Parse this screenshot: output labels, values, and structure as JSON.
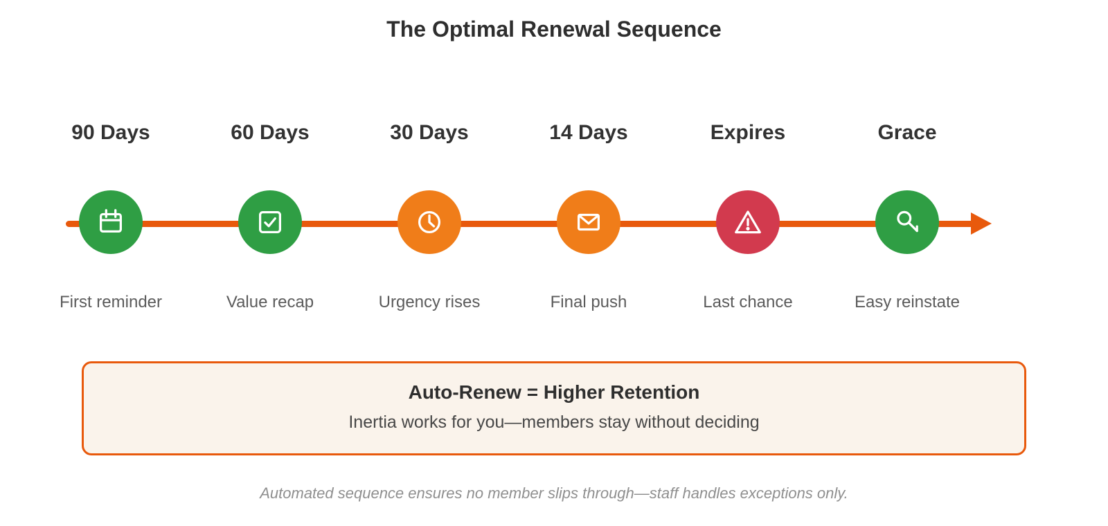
{
  "title": "The Optimal Renewal Sequence",
  "timeline": {
    "line_color": "#e8590c",
    "nodes": [
      {
        "label": "90 Days",
        "caption": "First reminder",
        "icon": "calendar-icon",
        "color": "#2f9e44"
      },
      {
        "label": "60 Days",
        "caption": "Value recap",
        "icon": "check-square-icon",
        "color": "#2f9e44"
      },
      {
        "label": "30 Days",
        "caption": "Urgency rises",
        "icon": "clock-icon",
        "color": "#f07d19"
      },
      {
        "label": "14 Days",
        "caption": "Final push",
        "icon": "envelope-icon",
        "color": "#f07d19"
      },
      {
        "label": "Expires",
        "caption": "Last chance",
        "icon": "warning-icon",
        "color": "#d23a4e"
      },
      {
        "label": "Grace",
        "caption": "Easy reinstate",
        "icon": "key-icon",
        "color": "#2f9e44"
      }
    ]
  },
  "callout": {
    "title": "Auto-Renew = Higher Retention",
    "subtitle": "Inertia works for you—members stay without deciding",
    "border_color": "#e8590c",
    "background_color": "#faf3eb"
  },
  "footnote": "Automated sequence ensures no member slips through—staff handles exceptions only."
}
